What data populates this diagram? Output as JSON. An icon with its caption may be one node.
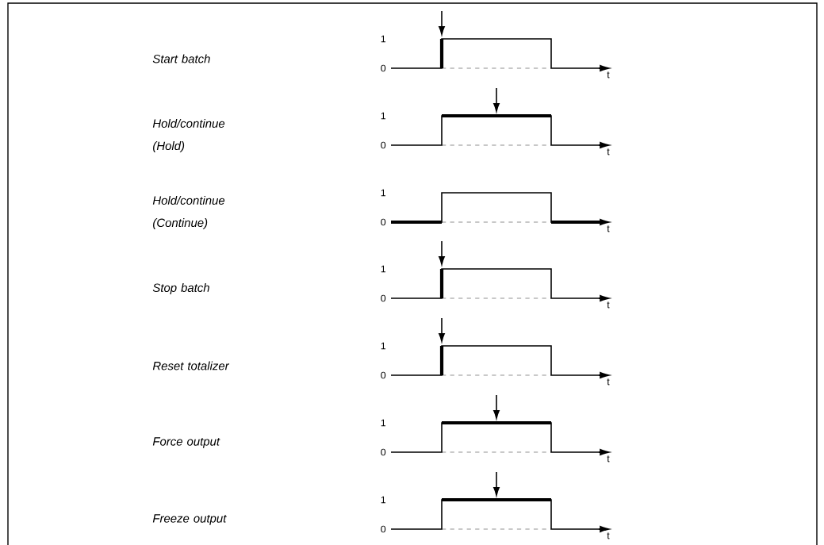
{
  "diagram": {
    "labels": [
      "Start batch",
      "1",
      "0",
      "t",
      "Hold/continue (Hold)",
      "1",
      "0",
      "t",
      "Hold/continue (Continue)",
      "1",
      "0",
      "t",
      "Stop batch",
      "1",
      "0",
      "t",
      "Reset totalizer",
      "1",
      "0",
      "t",
      "Force output",
      "1",
      "0",
      "t",
      "Freeze output",
      "1",
      "0",
      "t"
    ]
  }
}
